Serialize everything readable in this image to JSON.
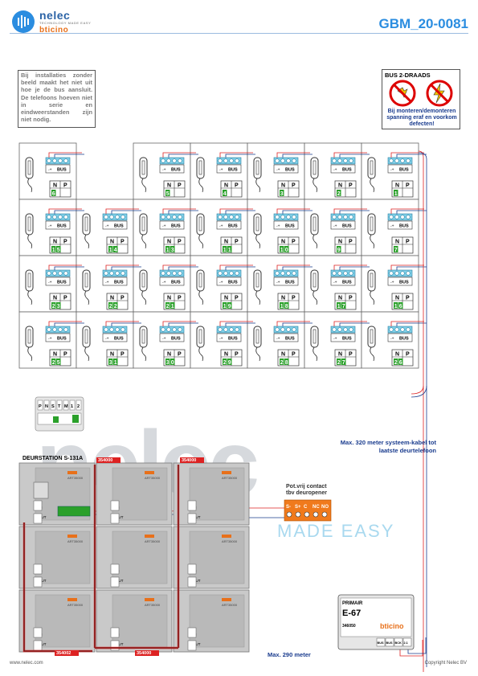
{
  "header": {
    "brand": "nelec",
    "brand_tagline": "TECHNOLOGY MADE EASY",
    "brand_sub": "bticino",
    "doc_code": "GBM_20-0081"
  },
  "note": {
    "text": "Bij installaties zonder beeld maakt het niet uit hoe je de bus aansluit. De telefoons hoeven niet in serie en eindweerstanden zijn niet nodig."
  },
  "warning": {
    "title": "BUS 2-DRAADS",
    "text": "Bij monteren/demonteren spanning eraf en voorkom defecten!"
  },
  "phone_labels": {
    "bus": "BUS",
    "n": "N",
    "p": "P"
  },
  "rows": [
    [
      "6",
      "",
      "5",
      "4",
      "3",
      "2",
      "1"
    ],
    [
      "15",
      "14",
      "13",
      "11",
      "10",
      "9",
      "7"
    ],
    [
      "23",
      "22",
      "21",
      "19",
      "18",
      "17",
      "16"
    ],
    [
      "25",
      "31",
      "30",
      "29",
      "28",
      "27",
      "26"
    ]
  ],
  "station": {
    "label": "DEURSTATION S-131A",
    "terminals": [
      "P",
      "N",
      "S",
      "T",
      "M",
      "1",
      "2"
    ],
    "module_code": "ART35000",
    "cable_code": "354000",
    "cable_code_bottom": "354002",
    "port_in": "IN",
    "port_out": "OUT"
  },
  "relay": {
    "label_line1": "Pot.vrij contact",
    "label_line2": "tbv deuropener",
    "terminals": [
      "S-",
      "S+",
      "C",
      "NC",
      "NO"
    ]
  },
  "power_supply": {
    "primary": "PRIMAIR",
    "model": "E-67",
    "code": "346050",
    "brand": "bticino",
    "terminals": [
      "BUS",
      "BUS",
      "BCK",
      "2.1"
    ]
  },
  "captions": {
    "max_320": "Max. 320 meter systeem-kabel tot laatste deurtelefoon",
    "max_290": "Max. 290 meter"
  },
  "footer": {
    "url": "www.nelec.com",
    "copyright": "Copyright Nelec BV"
  },
  "watermark": {
    "main": "nelec",
    "sub": "MADE EASY"
  },
  "colors": {
    "brand_blue": "#2b63a6",
    "brand_orange": "#e8701a",
    "doc_blue": "#2b8de0",
    "terminal_green": "#2aa02a",
    "wire_red": "#d22",
    "relay_orange": "#f07a1c",
    "caption_blue": "#1a3c8e"
  }
}
